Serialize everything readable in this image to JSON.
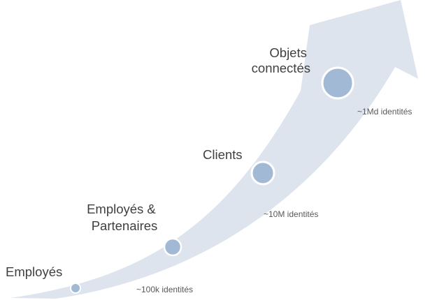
{
  "colors": {
    "arrow_fill": "#dde4ee",
    "node_fill": "#a2b9d5",
    "node_stroke": "#ffffff",
    "stage_text": "#404040",
    "count_text": "#595959"
  },
  "stages": [
    {
      "id": "employes",
      "label_lines": [
        "Employés"
      ],
      "count": "~100k identités"
    },
    {
      "id": "employes-partenaires",
      "label_lines": [
        "Employés &",
        "Partenaires"
      ],
      "count": ""
    },
    {
      "id": "clients",
      "label_lines": [
        "Clients"
      ],
      "count": "~10M identités"
    },
    {
      "id": "objets-connectes",
      "label_lines": [
        "Objets",
        "connectés"
      ],
      "count": "~1Md identités"
    }
  ]
}
